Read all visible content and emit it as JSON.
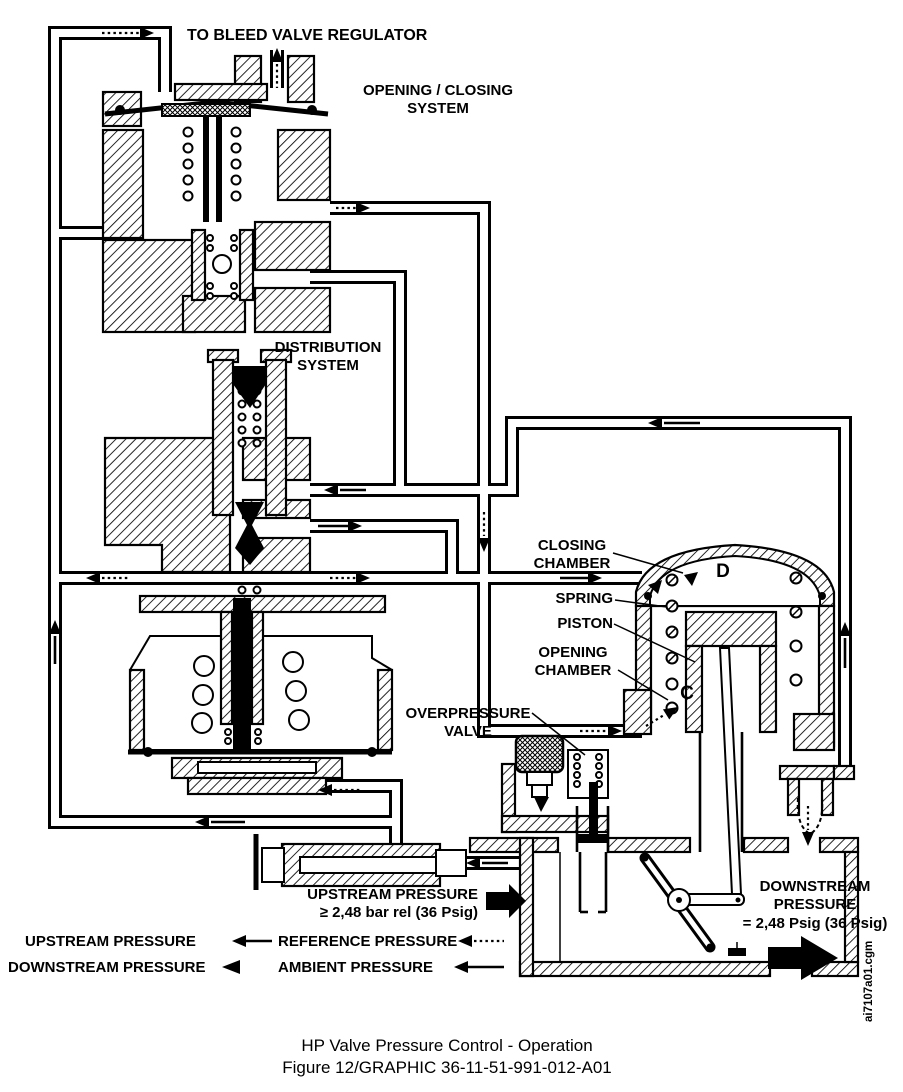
{
  "page": {
    "background": "#ffffff",
    "ink": "#000000"
  },
  "diagram": {
    "labels": {
      "bleed": "TO BLEED VALVE REGULATOR",
      "opening_closing_1": "OPENING / CLOSING",
      "opening_closing_2": "SYSTEM",
      "distribution_1": "DISTRIBUTION",
      "distribution_2": "SYSTEM",
      "closing_chamber_1": "CLOSING",
      "closing_chamber_2": "CHAMBER",
      "spring": "SPRING",
      "piston": "PISTON",
      "opening_chamber_1": "OPENING",
      "opening_chamber_2": "CHAMBER",
      "overpressure_1": "OVERPRESSURE",
      "overpressure_2": "VALVE",
      "chamber_d": "D",
      "chamber_c": "C"
    },
    "callouts": {
      "upstream_title": "UPSTREAM PRESSURE",
      "upstream_value": "≥ 2,48 bar rel (36 Psig)",
      "downstream_title_1": "DOWNSTREAM",
      "downstream_title_2": "PRESSURE",
      "downstream_value": "= 2,48 Psig (36 Psig)"
    },
    "legend": {
      "rows": [
        {
          "left_label": "UPSTREAM PRESSURE",
          "left_arrow": "solid-left",
          "right_label": "REFERENCE PRESSURE",
          "right_arrow": "dashed-left"
        },
        {
          "left_label": "DOWNSTREAM PRESSURE",
          "left_arrow": "triangle-left",
          "right_label": "AMBIENT PRESSURE",
          "right_arrow": "solid-left"
        }
      ]
    },
    "watermark": "ai7107a01.cgm",
    "caption_line1": "HP Valve Pressure Control - Operation",
    "caption_line2": "Figure 12/GRAPHIC 36-11-51-991-012-A01"
  }
}
